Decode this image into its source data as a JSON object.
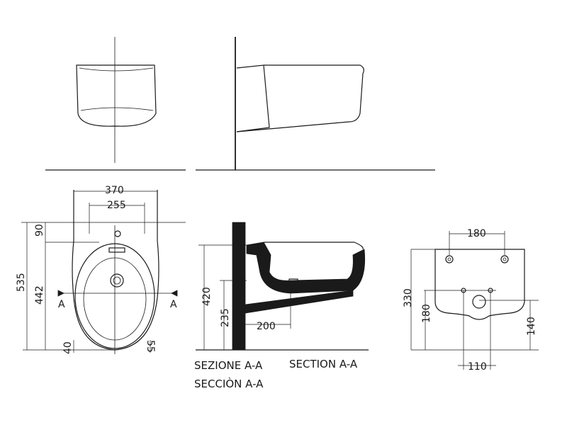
{
  "views": {
    "front": {
      "width_outer": "370",
      "width_inner": "255"
    },
    "plan": {
      "length": "535",
      "length_inner": "442",
      "top_offset": "90",
      "edge_left": "40",
      "edge_right": "55",
      "section_mark_left": "A",
      "section_mark_right": "A"
    },
    "section": {
      "height": "420",
      "lower_height": "235",
      "depth": "200",
      "caption_it": "SEZIONE  A-A",
      "caption_en": "SECTION  A-A",
      "caption_es": "SECCIÒN  A-A"
    },
    "rear": {
      "bolt_spacing": "180",
      "total_height": "330",
      "bolt_height": "180",
      "drain_height": "140",
      "drain_spacing": "110"
    }
  },
  "colors": {
    "line": "#1a1a1a",
    "background": "#ffffff"
  }
}
